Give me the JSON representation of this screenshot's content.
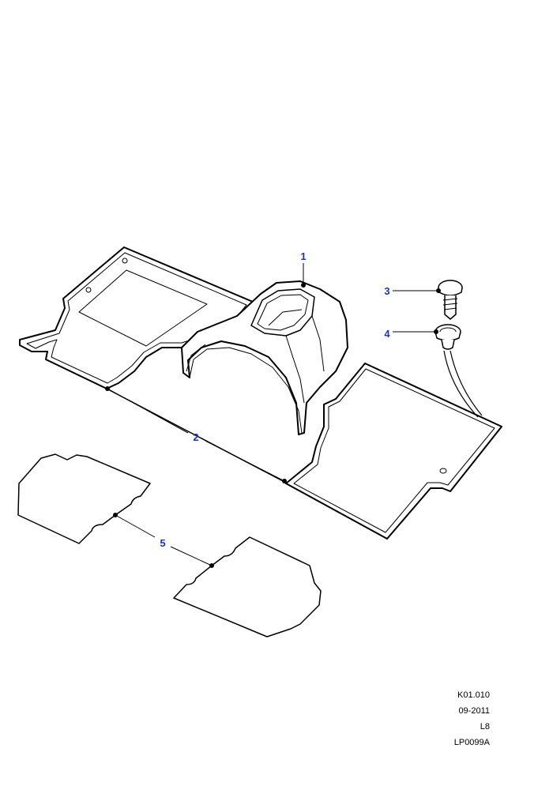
{
  "callouts": [
    {
      "number": "1",
      "part": "center console shroud"
    },
    {
      "number": "2",
      "part": "floor mat"
    },
    {
      "number": "3",
      "part": "push fastener"
    },
    {
      "number": "4",
      "part": "fastener retainer"
    },
    {
      "number": "5",
      "part": "sound insulation pad"
    }
  ],
  "reference": {
    "code": "K01.010",
    "date": "09-2011",
    "model": "L8",
    "illustration_id": "LP0099A"
  },
  "colors": {
    "callout_text": "#1a33cc",
    "line_art": "#000000",
    "background": "#ffffff"
  }
}
